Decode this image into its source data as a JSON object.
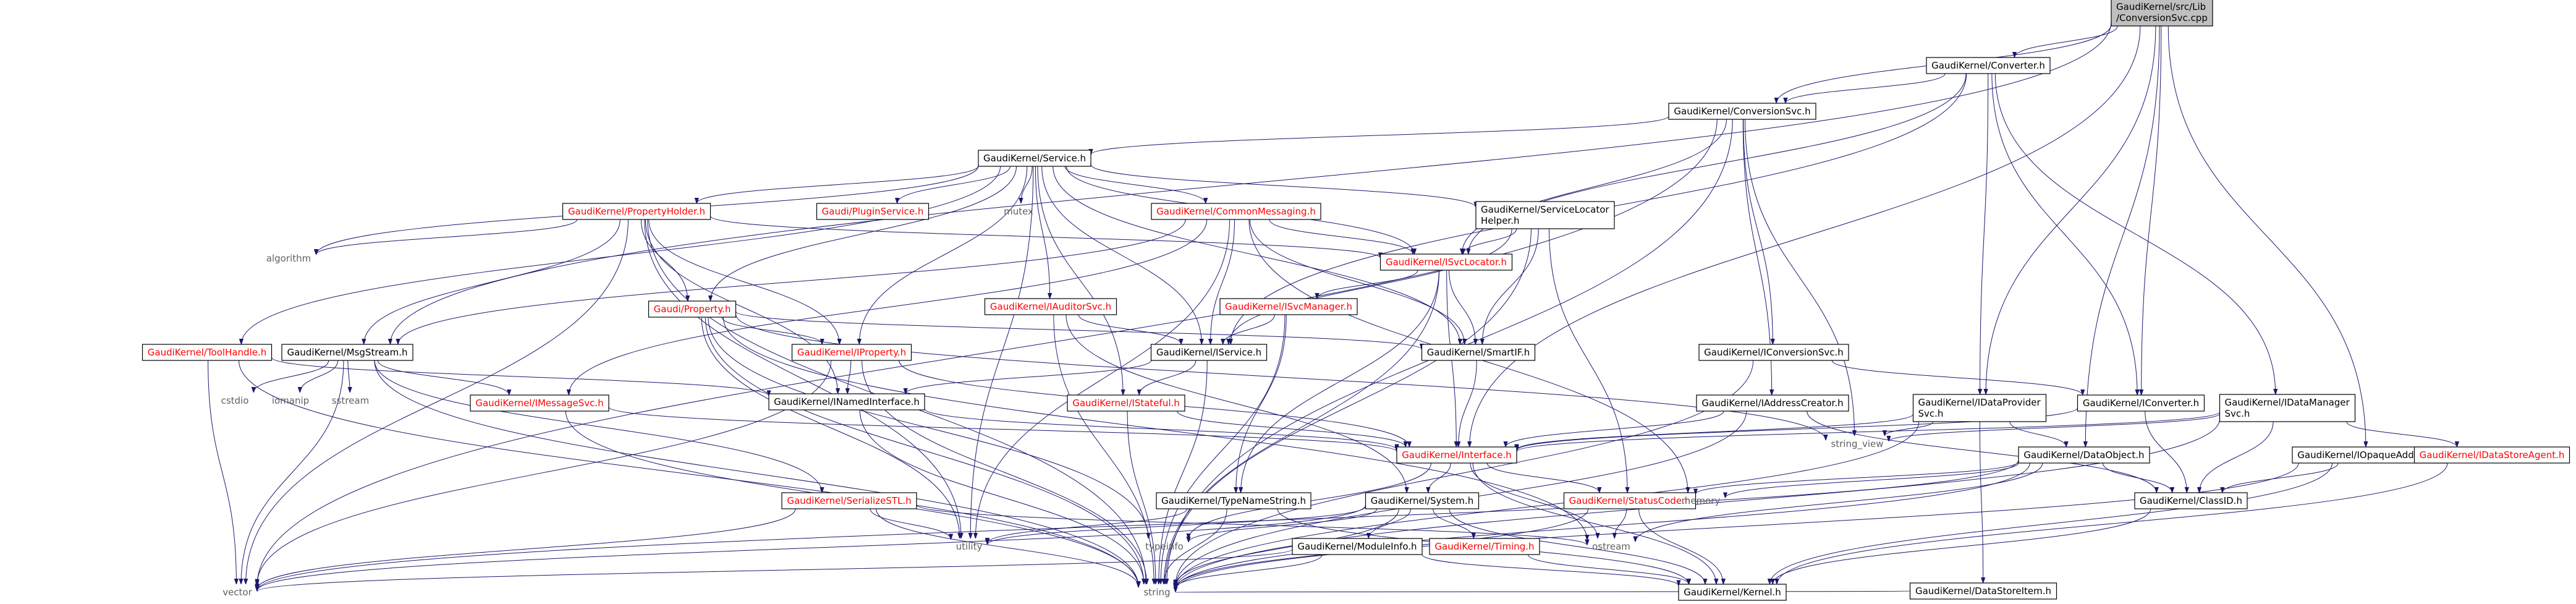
{
  "diagram": {
    "title": "",
    "nodes": [
      {
        "id": "root",
        "lines": [
          "GaudiKernel/src/Lib",
          "/ConversionSvc.cpp"
        ],
        "kind": "root"
      },
      {
        "id": "converter_h",
        "lines": [
          "GaudiKernel/Converter.h"
        ],
        "kind": "normal"
      },
      {
        "id": "conversionsvc_h",
        "lines": [
          "GaudiKernel/ConversionSvc.h"
        ],
        "kind": "normal"
      },
      {
        "id": "service_h",
        "lines": [
          "GaudiKernel/Service.h"
        ],
        "kind": "normal"
      },
      {
        "id": "propertyholder_h",
        "lines": [
          "GaudiKernel/PropertyHolder.h"
        ],
        "kind": "red"
      },
      {
        "id": "pluginservice_h",
        "lines": [
          "Gaudi/PluginService.h"
        ],
        "kind": "red"
      },
      {
        "id": "mutex",
        "lines": [
          "mutex"
        ],
        "kind": "sys"
      },
      {
        "id": "commonmessaging_h",
        "lines": [
          "GaudiKernel/CommonMessaging.h"
        ],
        "kind": "red"
      },
      {
        "id": "servicelocatorhelper_h",
        "lines": [
          "GaudiKernel/ServiceLocator",
          "Helper.h"
        ],
        "kind": "normal"
      },
      {
        "id": "algorithm",
        "lines": [
          "algorithm"
        ],
        "kind": "sys"
      },
      {
        "id": "isvclocator_h",
        "lines": [
          "GaudiKernel/ISvcLocator.h"
        ],
        "kind": "red"
      },
      {
        "id": "property_h",
        "lines": [
          "Gaudi/Property.h"
        ],
        "kind": "red"
      },
      {
        "id": "tooolhandle_h",
        "lines": [
          "GaudiKernel/ToolHandle.h"
        ],
        "kind": "red"
      },
      {
        "id": "msgstream_h",
        "lines": [
          "GaudiKernel/MsgStream.h"
        ],
        "kind": "normal"
      },
      {
        "id": "iproperty_h",
        "lines": [
          "GaudiKernel/IProperty.h"
        ],
        "kind": "red"
      },
      {
        "id": "iauditorsvc_h",
        "lines": [
          "GaudiKernel/IAuditorSvc.h"
        ],
        "kind": "red"
      },
      {
        "id": "isvcmanager_h",
        "lines": [
          "GaudiKernel/ISvcManager.h"
        ],
        "kind": "red"
      },
      {
        "id": "iservice_h",
        "lines": [
          "GaudiKernel/IService.h"
        ],
        "kind": "normal"
      },
      {
        "id": "smartif_h",
        "lines": [
          "GaudiKernel/SmartIF.h"
        ],
        "kind": "normal"
      },
      {
        "id": "iconversionsvc_h",
        "lines": [
          "GaudiKernel/IConversionSvc.h"
        ],
        "kind": "normal"
      },
      {
        "id": "idatamanagersvc_h",
        "lines": [
          "GaudiKernel/IDataManager",
          "Svc.h"
        ],
        "kind": "normal"
      },
      {
        "id": "cstdio",
        "lines": [
          "cstdio"
        ],
        "kind": "sys"
      },
      {
        "id": "iomanip",
        "lines": [
          "iomanip"
        ],
        "kind": "sys"
      },
      {
        "id": "sstream",
        "lines": [
          "sstream"
        ],
        "kind": "sys"
      },
      {
        "id": "imessagesvc_h",
        "lines": [
          "GaudiKernel/IMessageSvc.h"
        ],
        "kind": "red"
      },
      {
        "id": "inamedinterface_h",
        "lines": [
          "GaudiKernel/INamedInterface.h"
        ],
        "kind": "normal"
      },
      {
        "id": "istateful_h",
        "lines": [
          "GaudiKernel/IStateful.h"
        ],
        "kind": "red"
      },
      {
        "id": "iaddresscreator_h",
        "lines": [
          "GaudiKernel/IAddressCreator.h"
        ],
        "kind": "normal"
      },
      {
        "id": "idataprovidersvc_h",
        "lines": [
          "GaudiKernel/IDataProvider",
          "Svc.h"
        ],
        "kind": "normal"
      },
      {
        "id": "iconverter_h",
        "lines": [
          "GaudiKernel/IConverter.h"
        ],
        "kind": "normal"
      },
      {
        "id": "interface_h",
        "lines": [
          "GaudiKernel/Interface.h"
        ],
        "kind": "red"
      },
      {
        "id": "string_view",
        "lines": [
          "string_view"
        ],
        "kind": "sys"
      },
      {
        "id": "dataobject_h",
        "lines": [
          "GaudiKernel/DataObject.h"
        ],
        "kind": "normal"
      },
      {
        "id": "iopaqueaddress_h",
        "lines": [
          "GaudiKernel/IOpaqueAddress.h"
        ],
        "kind": "normal"
      },
      {
        "id": "idatastoreagent_h",
        "lines": [
          "GaudiKernel/IDataStoreAgent.h"
        ],
        "kind": "red"
      },
      {
        "id": "serializestl_h",
        "lines": [
          "GaudiKernel/SerializeSTL.h"
        ],
        "kind": "red"
      },
      {
        "id": "typenamestring_h",
        "lines": [
          "GaudiKernel/TypeNameString.h"
        ],
        "kind": "normal"
      },
      {
        "id": "system_h",
        "lines": [
          "GaudiKernel/System.h"
        ],
        "kind": "normal"
      },
      {
        "id": "statuscode_h",
        "lines": [
          "GaudiKernel/StatusCode.h"
        ],
        "kind": "red"
      },
      {
        "id": "memory",
        "lines": [
          "memory"
        ],
        "kind": "sys"
      },
      {
        "id": "classid_h",
        "lines": [
          "GaudiKernel/ClassID.h"
        ],
        "kind": "normal"
      },
      {
        "id": "utility",
        "lines": [
          "utility"
        ],
        "kind": "sys"
      },
      {
        "id": "typeinfo",
        "lines": [
          "typeinfo"
        ],
        "kind": "sys"
      },
      {
        "id": "moduleinfo_h",
        "lines": [
          "GaudiKernel/ModuleInfo.h"
        ],
        "kind": "normal"
      },
      {
        "id": "timing_h",
        "lines": [
          "GaudiKernel/Timing.h"
        ],
        "kind": "red"
      },
      {
        "id": "ostream",
        "lines": [
          "ostream"
        ],
        "kind": "sys"
      },
      {
        "id": "datastoreitem_h",
        "lines": [
          "GaudiKernel/DataStoreItem.h"
        ],
        "kind": "normal"
      },
      {
        "id": "vector",
        "lines": [
          "vector"
        ],
        "kind": "sys"
      },
      {
        "id": "string",
        "lines": [
          "string"
        ],
        "kind": "sys"
      },
      {
        "id": "kernel_h",
        "lines": [
          "GaudiKernel/Kernel.h"
        ],
        "kind": "normal"
      }
    ],
    "edges": [
      [
        "root",
        "converter_h"
      ],
      [
        "root",
        "conversionsvc_h"
      ],
      [
        "root",
        "msgstream_h"
      ],
      [
        "root",
        "idataprovidersvc_h"
      ],
      [
        "root",
        "iconverter_h"
      ],
      [
        "root",
        "iopaqueaddress_h"
      ],
      [
        "root",
        "dataobject_h"
      ],
      [
        "root",
        "interface_h"
      ],
      [
        "converter_h",
        "conversionsvc_h"
      ],
      [
        "converter_h",
        "iconverter_h"
      ],
      [
        "converter_h",
        "idataprovidersvc_h"
      ],
      [
        "converter_h",
        "idatamanagersvc_h"
      ],
      [
        "converter_h",
        "isvclocator_h"
      ],
      [
        "converter_h",
        "iservice_h"
      ],
      [
        "conversionsvc_h",
        "service_h"
      ],
      [
        "conversionsvc_h",
        "iconversionsvc_h"
      ],
      [
        "conversionsvc_h",
        "iaddresscreator_h"
      ],
      [
        "conversionsvc_h",
        "vector"
      ],
      [
        "conversionsvc_h",
        "string_view"
      ],
      [
        "conversionsvc_h",
        "isvclocator_h"
      ],
      [
        "conversionsvc_h",
        "string"
      ],
      [
        "service_h",
        "propertyholder_h"
      ],
      [
        "service_h",
        "pluginservice_h"
      ],
      [
        "service_h",
        "mutex"
      ],
      [
        "service_h",
        "commonmessaging_h"
      ],
      [
        "service_h",
        "servicelocatorhelper_h"
      ],
      [
        "service_h",
        "algorithm"
      ],
      [
        "service_h",
        "isvclocator_h"
      ],
      [
        "service_h",
        "property_h"
      ],
      [
        "service_h",
        "tooolhandle_h"
      ],
      [
        "service_h",
        "iproperty_h"
      ],
      [
        "service_h",
        "iauditorsvc_h"
      ],
      [
        "service_h",
        "iservice_h"
      ],
      [
        "service_h",
        "smartif_h"
      ],
      [
        "service_h",
        "utility"
      ],
      [
        "service_h",
        "istateful_h"
      ],
      [
        "propertyholder_h",
        "algorithm"
      ],
      [
        "propertyholder_h",
        "property_h"
      ],
      [
        "propertyholder_h",
        "msgstream_h"
      ],
      [
        "propertyholder_h",
        "iproperty_h"
      ],
      [
        "propertyholder_h",
        "inamedinterface_h"
      ],
      [
        "propertyholder_h",
        "isvclocator_h"
      ],
      [
        "propertyholder_h",
        "vector"
      ],
      [
        "propertyholder_h",
        "string"
      ],
      [
        "propertyholder_h",
        "utility"
      ],
      [
        "commonmessaging_h",
        "msgstream_h"
      ],
      [
        "commonmessaging_h",
        "imessagesvc_h"
      ],
      [
        "commonmessaging_h",
        "isvclocator_h"
      ],
      [
        "commonmessaging_h",
        "smartif_h"
      ],
      [
        "commonmessaging_h",
        "iservice_h"
      ],
      [
        "commonmessaging_h",
        "utility"
      ],
      [
        "commonmessaging_h",
        "memory"
      ],
      [
        "servicelocatorhelper_h",
        "isvclocator_h"
      ],
      [
        "servicelocatorhelper_h",
        "iservice_h"
      ],
      [
        "servicelocatorhelper_h",
        "smartif_h"
      ],
      [
        "servicelocatorhelper_h",
        "statuscode_h"
      ],
      [
        "servicelocatorhelper_h",
        "string"
      ],
      [
        "isvclocator_h",
        "isvcmanager_h"
      ],
      [
        "isvclocator_h",
        "smartif_h"
      ],
      [
        "isvclocator_h",
        "interface_h"
      ],
      [
        "isvclocator_h",
        "typenamestring_h"
      ],
      [
        "isvclocator_h",
        "string"
      ],
      [
        "property_h",
        "iproperty_h"
      ],
      [
        "property_h",
        "smartif_h"
      ],
      [
        "property_h",
        "string"
      ],
      [
        "property_h",
        "utility"
      ],
      [
        "property_h",
        "string_view"
      ],
      [
        "property_h",
        "typeinfo"
      ],
      [
        "property_h",
        "ostream"
      ],
      [
        "tooolhandle_h",
        "vector"
      ],
      [
        "tooolhandle_h",
        "string"
      ],
      [
        "tooolhandle_h",
        "inamedinterface_h"
      ],
      [
        "msgstream_h",
        "cstdio"
      ],
      [
        "msgstream_h",
        "iomanip"
      ],
      [
        "msgstream_h",
        "sstream"
      ],
      [
        "msgstream_h",
        "imessagesvc_h"
      ],
      [
        "msgstream_h",
        "serializestl_h"
      ],
      [
        "msgstream_h",
        "string"
      ],
      [
        "msgstream_h",
        "vector"
      ],
      [
        "iproperty_h",
        "inamedinterface_h"
      ],
      [
        "iproperty_h",
        "interface_h"
      ],
      [
        "iproperty_h",
        "vector"
      ],
      [
        "iproperty_h",
        "string"
      ],
      [
        "iauditorsvc_h",
        "iservice_h"
      ],
      [
        "iauditorsvc_h",
        "system_h"
      ],
      [
        "iauditorsvc_h",
        "string"
      ],
      [
        "isvcmanager_h",
        "iservice_h"
      ],
      [
        "isvcmanager_h",
        "typenamestring_h"
      ],
      [
        "isvcmanager_h",
        "string"
      ],
      [
        "iservice_h",
        "inamedinterface_h"
      ],
      [
        "iservice_h",
        "istateful_h"
      ],
      [
        "iservice_h",
        "string"
      ],
      [
        "smartif_h",
        "interface_h"
      ],
      [
        "iconversionsvc_h",
        "iconverter_h"
      ],
      [
        "iconversionsvc_h",
        "string"
      ],
      [
        "idatamanagersvc_h",
        "interface_h"
      ],
      [
        "idatamanagersvc_h",
        "classid_h"
      ],
      [
        "idatamanagersvc_h",
        "idatastoreagent_h"
      ],
      [
        "idatamanagersvc_h",
        "string"
      ],
      [
        "idatamanagersvc_h",
        "string_view"
      ],
      [
        "imessagesvc_h",
        "interface_h"
      ],
      [
        "imessagesvc_h",
        "string"
      ],
      [
        "inamedinterface_h",
        "interface_h"
      ],
      [
        "inamedinterface_h",
        "string"
      ],
      [
        "istateful_h",
        "interface_h"
      ],
      [
        "istateful_h",
        "string"
      ],
      [
        "iaddresscreator_h",
        "interface_h"
      ],
      [
        "iaddresscreator_h",
        "classid_h"
      ],
      [
        "iaddresscreator_h",
        "string"
      ],
      [
        "idataprovidersvc_h",
        "interface_h"
      ],
      [
        "idataprovidersvc_h",
        "datastoreitem_h"
      ],
      [
        "idataprovidersvc_h",
        "dataobject_h"
      ],
      [
        "idataprovidersvc_h",
        "string"
      ],
      [
        "idataprovidersvc_h",
        "string_view"
      ],
      [
        "iconverter_h",
        "interface_h"
      ],
      [
        "iconverter_h",
        "classid_h"
      ],
      [
        "interface_h",
        "system_h"
      ],
      [
        "interface_h",
        "statuscode_h"
      ],
      [
        "interface_h",
        "kernel_h"
      ],
      [
        "interface_h",
        "ostream"
      ],
      [
        "interface_h",
        "typeinfo"
      ],
      [
        "dataobject_h",
        "classid_h"
      ],
      [
        "dataobject_h",
        "statuscode_h"
      ],
      [
        "dataobject_h",
        "string"
      ],
      [
        "dataobject_h",
        "memory"
      ],
      [
        "dataobject_h",
        "vector"
      ],
      [
        "dataobject_h",
        "ostream"
      ],
      [
        "iopaqueaddress_h",
        "kernel_h"
      ],
      [
        "iopaqueaddress_h",
        "string"
      ],
      [
        "iopaqueaddress_h",
        "classid_h"
      ],
      [
        "idatastoreagent_h",
        "kernel_h"
      ],
      [
        "serializestl_h",
        "vector"
      ],
      [
        "serializestl_h",
        "utility"
      ],
      [
        "serializestl_h",
        "string"
      ],
      [
        "serializestl_h",
        "ostream"
      ],
      [
        "typenamestring_h",
        "string"
      ],
      [
        "typenamestring_h",
        "kernel_h"
      ],
      [
        "typenamestring_h",
        "utility"
      ],
      [
        "system_h",
        "moduleinfo_h"
      ],
      [
        "system_h",
        "timing_h"
      ],
      [
        "system_h",
        "kernel_h"
      ],
      [
        "system_h",
        "string"
      ],
      [
        "system_h",
        "vector"
      ],
      [
        "system_h",
        "typeinfo"
      ],
      [
        "system_h",
        "utility"
      ],
      [
        "statuscode_h",
        "kernel_h"
      ],
      [
        "statuscode_h",
        "ostream"
      ],
      [
        "statuscode_h",
        "string"
      ],
      [
        "classid_h",
        "kernel_h"
      ],
      [
        "moduleinfo_h",
        "kernel_h"
      ],
      [
        "moduleinfo_h",
        "string"
      ],
      [
        "moduleinfo_h",
        "vector"
      ],
      [
        "timing_h",
        "kernel_h"
      ],
      [
        "datastoreitem_h",
        "string"
      ]
    ]
  }
}
